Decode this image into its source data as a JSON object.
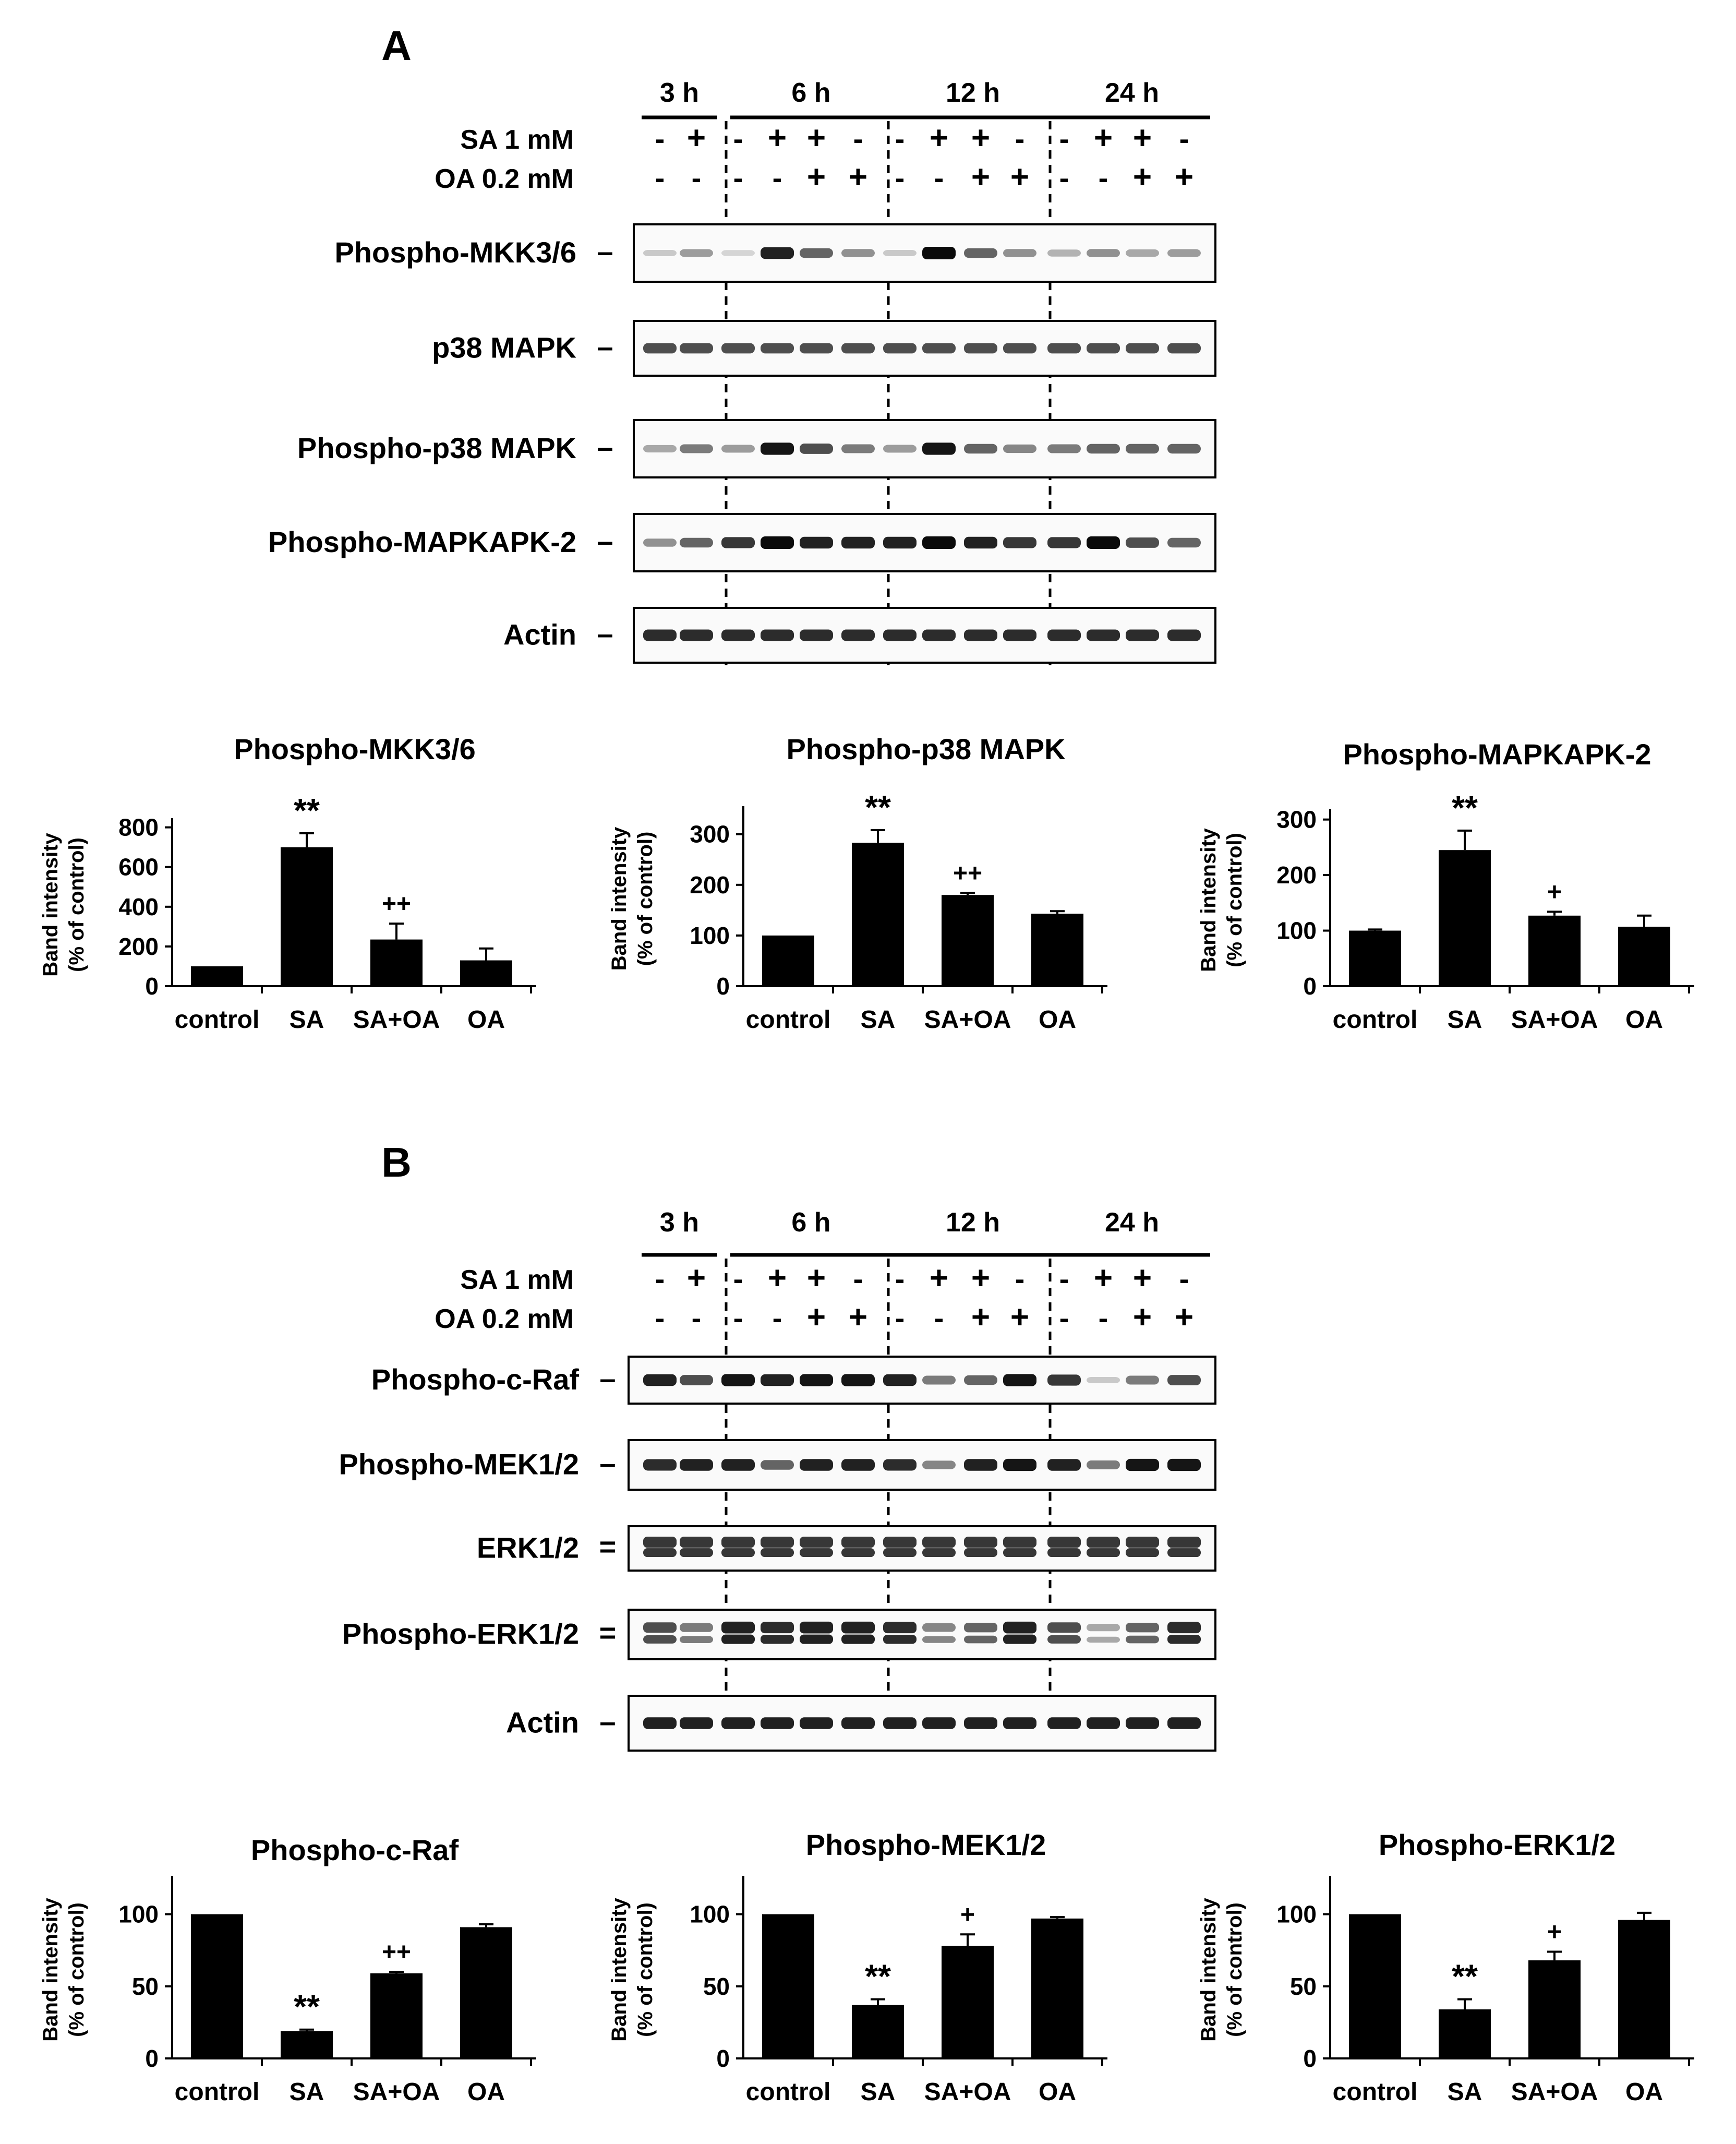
{
  "panels": [
    {
      "letter": "A",
      "time_groups": [
        "3 h",
        "6 h",
        "12 h",
        "24 h"
      ],
      "treatments": [
        {
          "label": "SA 1 mM",
          "signs": [
            "-",
            "+",
            "-",
            "+",
            "+",
            "-",
            "-",
            "+",
            "+",
            "-",
            "-",
            "+",
            "+",
            "-"
          ]
        },
        {
          "label": "OA 0.2 mM",
          "signs": [
            "-",
            "-",
            "-",
            "-",
            "+",
            "+",
            "-",
            "-",
            "+",
            "+",
            "-",
            "-",
            "+",
            "+"
          ]
        }
      ],
      "blots": [
        {
          "label": "Phospho-MKK3/6",
          "marker": "–",
          "bands": [
            0.15,
            0.35,
            0.1,
            0.9,
            0.6,
            0.4,
            0.15,
            1.0,
            0.6,
            0.4,
            0.25,
            0.4,
            0.3,
            0.35
          ]
        },
        {
          "label": "p38 MAPK",
          "marker": "–",
          "bands": [
            0.7,
            0.7,
            0.7,
            0.7,
            0.7,
            0.7,
            0.7,
            0.7,
            0.7,
            0.7,
            0.7,
            0.7,
            0.7,
            0.7
          ]
        },
        {
          "label": "Phospho-p38 MAPK",
          "marker": "–",
          "bands": [
            0.3,
            0.5,
            0.35,
            0.95,
            0.7,
            0.5,
            0.35,
            0.95,
            0.6,
            0.45,
            0.5,
            0.6,
            0.6,
            0.6
          ]
        },
        {
          "label": "Phospho-MAPKAPK-2",
          "marker": "–",
          "bands": [
            0.4,
            0.6,
            0.8,
            1.0,
            0.9,
            0.9,
            0.9,
            1.0,
            0.9,
            0.8,
            0.8,
            1.0,
            0.7,
            0.6
          ]
        },
        {
          "label": "Actin",
          "marker": "–",
          "bands": [
            0.85,
            0.85,
            0.85,
            0.85,
            0.85,
            0.85,
            0.85,
            0.85,
            0.85,
            0.85,
            0.85,
            0.85,
            0.85,
            0.85
          ]
        }
      ]
    },
    {
      "letter": "B",
      "time_groups": [
        "3 h",
        "6 h",
        "12 h",
        "24 h"
      ],
      "treatments": [
        {
          "label": "SA 1 mM",
          "signs": [
            "-",
            "+",
            "-",
            "+",
            "+",
            "-",
            "-",
            "+",
            "+",
            "-",
            "-",
            "+",
            "+",
            "-"
          ]
        },
        {
          "label": "OA 0.2 mM",
          "signs": [
            "-",
            "-",
            "-",
            "-",
            "+",
            "+",
            "-",
            "-",
            "+",
            "+",
            "-",
            "-",
            "+",
            "+"
          ]
        }
      ],
      "blots": [
        {
          "label": "Phospho-c-Raf",
          "marker": "–",
          "bands": [
            0.9,
            0.7,
            0.95,
            0.9,
            0.95,
            0.95,
            0.9,
            0.5,
            0.6,
            0.95,
            0.8,
            0.15,
            0.5,
            0.7
          ]
        },
        {
          "label": "Phospho-MEK1/2",
          "marker": "–",
          "bands": [
            0.85,
            0.9,
            0.9,
            0.6,
            0.9,
            0.9,
            0.85,
            0.45,
            0.9,
            0.95,
            0.9,
            0.5,
            0.95,
            0.95
          ]
        },
        {
          "label": "ERK1/2",
          "marker": "=",
          "bands": [
            0.8,
            0.8,
            0.8,
            0.8,
            0.8,
            0.8,
            0.8,
            0.8,
            0.8,
            0.8,
            0.8,
            0.8,
            0.8,
            0.8
          ]
        },
        {
          "label": "Phospho-ERK1/2",
          "marker": "=",
          "bands": [
            0.7,
            0.5,
            0.9,
            0.85,
            0.9,
            0.9,
            0.85,
            0.45,
            0.6,
            0.9,
            0.7,
            0.3,
            0.6,
            0.85
          ]
        },
        {
          "label": "Actin",
          "marker": "–",
          "bands": [
            0.9,
            0.9,
            0.9,
            0.9,
            0.9,
            0.9,
            0.9,
            0.9,
            0.9,
            0.9,
            0.9,
            0.9,
            0.9,
            0.9
          ]
        }
      ]
    }
  ],
  "chart_data": [
    {
      "type": "bar",
      "title": "Phospho-MKK3/6",
      "ylabel": "Band intensity\n(% of control)",
      "categories": [
        "control",
        "SA",
        "SA+OA",
        "OA"
      ],
      "values": [
        100,
        700,
        235,
        130
      ],
      "errors": [
        0,
        70,
        80,
        60
      ],
      "yticks": [
        0,
        200,
        400,
        600,
        800
      ],
      "ylim": [
        0,
        820
      ],
      "annotations": [
        "",
        "**",
        "++",
        ""
      ]
    },
    {
      "type": "bar",
      "title": "Phospho-p38 MAPK",
      "ylabel": "Band intensity\n(% of control)",
      "categories": [
        "control",
        "SA",
        "SA+OA",
        "OA"
      ],
      "values": [
        100,
        283,
        180,
        143
      ],
      "errors": [
        0,
        25,
        4,
        5
      ],
      "yticks": [
        0,
        100,
        200,
        300
      ],
      "ylim": [
        0,
        345
      ],
      "annotations": [
        "",
        "**",
        "++",
        ""
      ]
    },
    {
      "type": "bar",
      "title": "Phospho-MAPKAPK-2",
      "ylabel": "Band intensity\n(% of control)",
      "categories": [
        "control",
        "SA",
        "SA+OA",
        "OA"
      ],
      "values": [
        100,
        245,
        127,
        107
      ],
      "errors": [
        2,
        35,
        7,
        20
      ],
      "yticks": [
        0,
        100,
        200,
        300
      ],
      "ylim": [
        0,
        310
      ],
      "annotations": [
        "",
        "**",
        "+",
        ""
      ]
    },
    {
      "type": "bar",
      "title": "Phospho-c-Raf",
      "ylabel": "Band intensity\n(% of control)",
      "categories": [
        "control",
        "SA",
        "SA+OA",
        "OA"
      ],
      "values": [
        100,
        19,
        59,
        91
      ],
      "errors": [
        0,
        1,
        1,
        2
      ],
      "yticks": [
        0,
        50,
        100
      ],
      "ylim": [
        0,
        123
      ],
      "annotations": [
        "",
        "**",
        "++",
        ""
      ]
    },
    {
      "type": "bar",
      "title": "Phospho-MEK1/2",
      "ylabel": "Band intensity\n(% of control)",
      "categories": [
        "control",
        "SA",
        "SA+OA",
        "OA"
      ],
      "values": [
        100,
        37,
        78,
        97
      ],
      "errors": [
        0,
        4,
        8,
        1
      ],
      "yticks": [
        0,
        50,
        100
      ],
      "ylim": [
        0,
        123
      ],
      "annotations": [
        "",
        "**",
        "+",
        ""
      ]
    },
    {
      "type": "bar",
      "title": "Phospho-ERK1/2",
      "ylabel": "Band intensity\n(% of control)",
      "categories": [
        "control",
        "SA",
        "SA+OA",
        "OA"
      ],
      "values": [
        100,
        34,
        68,
        96
      ],
      "errors": [
        0,
        7,
        6,
        5
      ],
      "yticks": [
        0,
        50,
        100
      ],
      "ylim": [
        0,
        123
      ],
      "annotations": [
        "",
        "**",
        "+",
        ""
      ]
    }
  ]
}
